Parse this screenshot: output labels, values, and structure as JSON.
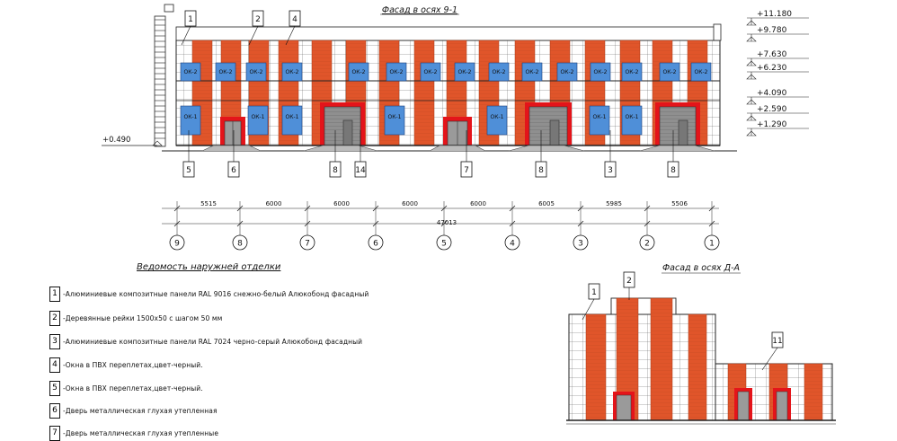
{
  "main_facade": {
    "title": "Фасад в осях 9-1",
    "levels": [
      "+11.180",
      "+9.780",
      "+7.630",
      "+6.230",
      "+4.090",
      "+2.590",
      "+1.290"
    ],
    "ground_level": "+0.490",
    "window_label_upper": "ОК-2",
    "window_label_lower": "ОК-1",
    "callouts_top": [
      "1",
      "2",
      "4"
    ],
    "callouts_bottom": [
      "5",
      "6",
      "8",
      "14",
      "7",
      "8",
      "3",
      "8"
    ],
    "dimensions": [
      "5515",
      "6000",
      "6000",
      "6000",
      "6000",
      "6005",
      "5985",
      "5506"
    ],
    "total_dimension": "47013",
    "axes": [
      "9",
      "8",
      "7",
      "6",
      "5",
      "4",
      "3",
      "2",
      "1"
    ]
  },
  "legend": {
    "title": "Ведомость наружней отделки",
    "items": [
      {
        "num": "1",
        "text": "-Алюминиевые композитные панели RAL 9016 снежно-белый Алюкобонд фасадный"
      },
      {
        "num": "2",
        "text": "-Деревянные рейки 1500х50 с шагом 50 мм"
      },
      {
        "num": "3",
        "text": "-Алюминиевые композитные панели RAL 7024 черно-серый Алюкобонд фасадный"
      },
      {
        "num": "4",
        "text": "-Окна в ПВХ переплетах,цвет-черный."
      },
      {
        "num": "5",
        "text": "-Окна в ПВХ переплетах,цвет-черный."
      },
      {
        "num": "6",
        "text": "-Дверь металлическая глухая утепленная"
      },
      {
        "num": "7",
        "text": "-Дверь металлическая глухая утепленные"
      }
    ]
  },
  "side_facade": {
    "title": "Фасад в осях Д-А",
    "callouts": [
      "1",
      "2",
      "11"
    ]
  },
  "colors": {
    "brick": "#e0552a",
    "window": "#4f8fd8",
    "door_frame": "#e4141a",
    "gate": "#8a8a8a",
    "grid": "#222222"
  }
}
